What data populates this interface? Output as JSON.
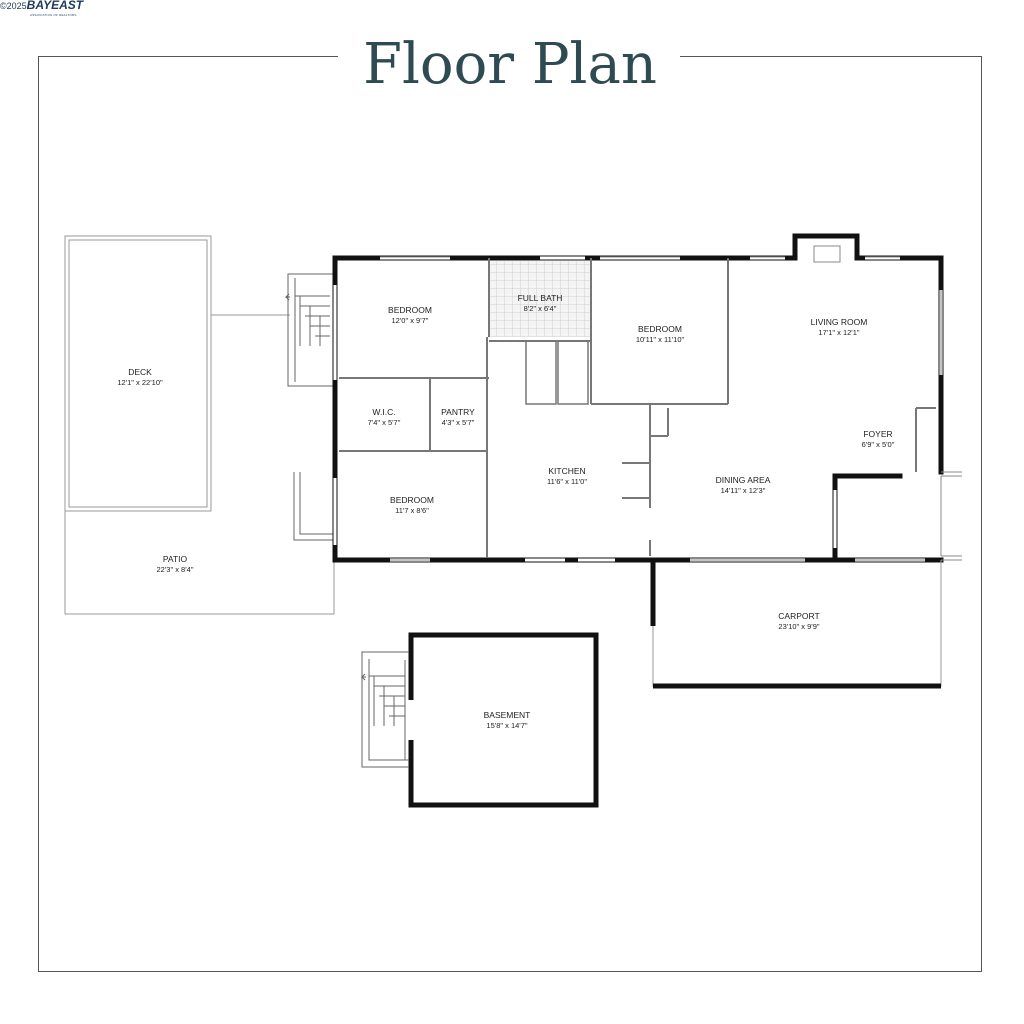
{
  "watermark": {
    "copyright": "©2025",
    "brand": "BAYEAST",
    "tagline": "ASSOCIATION OF REALTORS"
  },
  "title": "Floor Plan",
  "rooms": {
    "deck": {
      "name": "DECK",
      "dims": "12'1\" x 22'10\""
    },
    "patio": {
      "name": "PATIO",
      "dims": "22'3\" x 8'4\""
    },
    "bedroom1": {
      "name": "BEDROOM",
      "dims": "12'0\" x 9'7\""
    },
    "full_bath": {
      "name": "FULL BATH",
      "dims": "8'2\" x 6'4\""
    },
    "bedroom2": {
      "name": "BEDROOM",
      "dims": "10'11\" x 11'10\""
    },
    "living_room": {
      "name": "LIVING ROOM",
      "dims": "17'1\" x 12'1\""
    },
    "wic": {
      "name": "W.I.C.",
      "dims": "7'4\" x 5'7\""
    },
    "pantry": {
      "name": "PANTRY",
      "dims": "4'3\" x 5'7\""
    },
    "kitchen": {
      "name": "KITCHEN",
      "dims": "11'6\" x 11'0\""
    },
    "foyer": {
      "name": "FOYER",
      "dims": "6'9\" x 5'0\""
    },
    "dining_area": {
      "name": "DINING AREA",
      "dims": "14'11\" x 12'3\""
    },
    "bedroom3": {
      "name": "BEDROOM",
      "dims": "11'7 x 8'6\""
    },
    "carport": {
      "name": "CARPORT",
      "dims": "23'10\" x 9'9\""
    },
    "basement": {
      "name": "BASEMENT",
      "dims": "15'8\" x 14'7\""
    }
  }
}
